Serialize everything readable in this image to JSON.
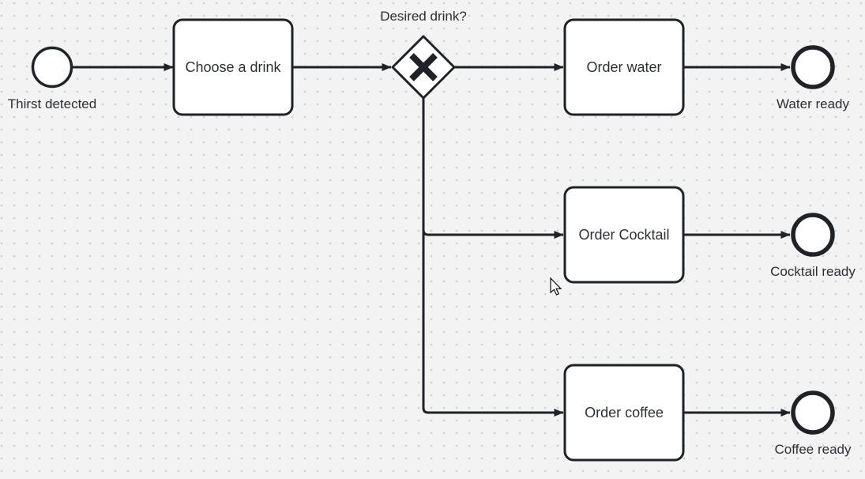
{
  "colors": {
    "canvas_bg": "#f3f3f3",
    "grid_dot": "#d0d0d4",
    "stroke": "#1f2227",
    "shape_fill": "#ffffff",
    "label": "#2c2f36"
  },
  "icons": {
    "gateway_marker": "x-cross-icon",
    "pointer": "arrow-cursor-icon"
  },
  "process": {
    "start_event": {
      "label": "Thirst detected"
    },
    "task_choose": {
      "label": "Choose a drink"
    },
    "gateway": {
      "label": "Desired drink?",
      "type": "exclusive",
      "marker": "X"
    },
    "task_water": {
      "label": "Order water"
    },
    "task_cocktail": {
      "label": "Order Cocktail"
    },
    "task_coffee": {
      "label": "Order coffee"
    },
    "end_water": {
      "label": "Water ready"
    },
    "end_cocktail": {
      "label": "Cocktail ready"
    },
    "end_coffee": {
      "label": "Coffee ready"
    }
  }
}
